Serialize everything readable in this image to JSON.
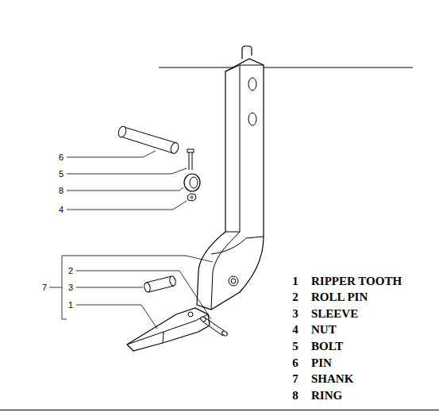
{
  "diagram": {
    "labels": [
      "6",
      "5",
      "8",
      "4",
      "2",
      "7",
      "3",
      "1",
      "1",
      "RIPPER TOOTH",
      "2",
      "ROLL PIN",
      "3",
      "SLEEVE",
      "4",
      "NUT",
      "5",
      "BOLT",
      "6",
      "PIN",
      "7",
      "SHANK",
      "8",
      "RING"
    ]
  }
}
